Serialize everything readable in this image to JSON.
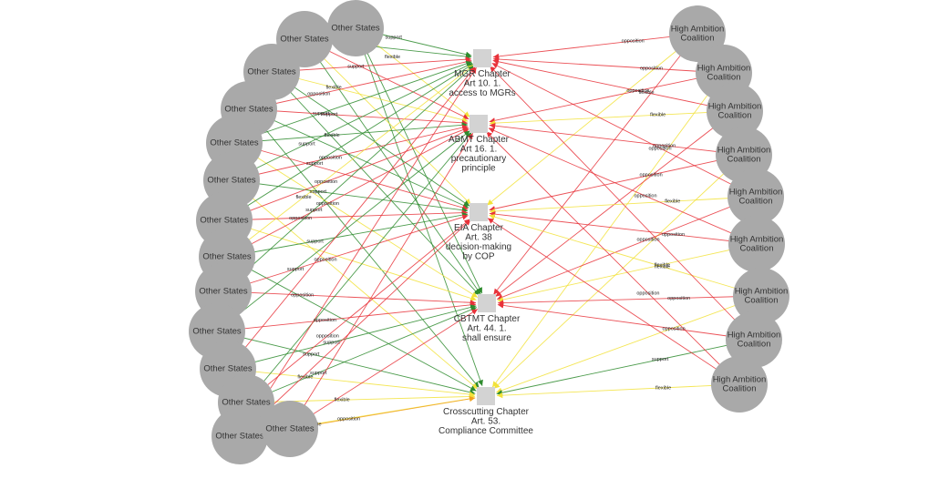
{
  "colors": {
    "support": "#2e8b2e",
    "opposition": "#e8323a",
    "flexible": "#f2e23a",
    "flexible_orange": "#f0a020",
    "node_circle": "#a9a9a9",
    "node_square": "#d3d3d3"
  },
  "edge_types": {
    "support": "support",
    "opposition": "opposition",
    "flexible": "flexible"
  },
  "topics": [
    {
      "id": "t0",
      "lines": [
        "MGR Chapter",
        "Art 10. 1.",
        "access to MGRs"
      ]
    },
    {
      "id": "t1",
      "lines": [
        "ABMT Chapter",
        "Art 16. 1.",
        "precautionary",
        "principle"
      ]
    },
    {
      "id": "t2",
      "lines": [
        "EIA Chapter",
        "Art. 38",
        "decision-making",
        "by COP"
      ]
    },
    {
      "id": "t3",
      "lines": [
        "CBTMT Chapter",
        "Art. 44. 1.",
        "shall ensure"
      ]
    },
    {
      "id": "t4",
      "lines": [
        "Crosscutting Chapter",
        "Art. 53.",
        "Compliance Committee"
      ]
    }
  ],
  "left_nodes": [
    {
      "id": "L0",
      "label": "Other States"
    },
    {
      "id": "L1",
      "label": "Other States"
    },
    {
      "id": "L2",
      "label": "Other States"
    },
    {
      "id": "L3",
      "label": "Other States"
    },
    {
      "id": "L4",
      "label": "Other States"
    },
    {
      "id": "L5",
      "label": "Other States"
    },
    {
      "id": "L6",
      "label": "Other States"
    },
    {
      "id": "L7",
      "label": "Other States"
    },
    {
      "id": "L8",
      "label": "Other States"
    },
    {
      "id": "L9",
      "label": "Other States"
    },
    {
      "id": "L10",
      "label": "Other States"
    },
    {
      "id": "L11",
      "label": "Other States"
    },
    {
      "id": "L12",
      "label": "Other States"
    },
    {
      "id": "L13",
      "label": "Other States"
    }
  ],
  "right_nodes": [
    {
      "id": "R0",
      "lines": [
        "High Ambition",
        "Coalition"
      ]
    },
    {
      "id": "R1",
      "lines": [
        "High Ambition",
        "Coalition"
      ]
    },
    {
      "id": "R2",
      "lines": [
        "High Ambition",
        "Coalition"
      ]
    },
    {
      "id": "R3",
      "lines": [
        "High Ambition",
        "Coalition"
      ]
    },
    {
      "id": "R4",
      "lines": [
        "High Ambition",
        "Coalition"
      ]
    },
    {
      "id": "R5",
      "lines": [
        "High Ambition",
        "Coalition"
      ]
    },
    {
      "id": "R6",
      "lines": [
        "High Ambition",
        "Coalition"
      ]
    },
    {
      "id": "R7",
      "lines": [
        "High Ambition",
        "Coalition"
      ]
    },
    {
      "id": "R8",
      "lines": [
        "High Ambition",
        "Coalition"
      ]
    }
  ],
  "edges": [
    {
      "from": "L0",
      "to": "t0",
      "type": "support",
      "label": "support"
    },
    {
      "from": "L0",
      "to": "t3",
      "type": "support"
    },
    {
      "from": "L0",
      "to": "t4",
      "type": "support"
    },
    {
      "from": "L0",
      "to": "t1",
      "type": "flexible",
      "label": "flexible"
    },
    {
      "from": "L1",
      "to": "t0",
      "type": "support",
      "label": "support"
    },
    {
      "from": "L1",
      "to": "t2",
      "type": "flexible"
    },
    {
      "from": "L1",
      "to": "t3",
      "type": "support"
    },
    {
      "from": "L1",
      "to": "t1",
      "type": "opposition"
    },
    {
      "from": "L2",
      "to": "t0",
      "type": "opposition",
      "label": "support"
    },
    {
      "from": "L2",
      "to": "t1",
      "type": "flexible",
      "label": "flexible"
    },
    {
      "from": "L2",
      "to": "t3",
      "type": "support"
    },
    {
      "from": "L2",
      "to": "t2",
      "type": "support"
    },
    {
      "from": "L3",
      "to": "t0",
      "type": "opposition",
      "label": "opposition"
    },
    {
      "from": "L3",
      "to": "t1",
      "type": "opposition",
      "label": "support"
    },
    {
      "from": "L3",
      "to": "t2",
      "type": "support"
    },
    {
      "from": "L3",
      "to": "t4",
      "type": "support"
    },
    {
      "from": "L4",
      "to": "t0",
      "type": "support",
      "label": "support"
    },
    {
      "from": "L4",
      "to": "t1",
      "type": "support",
      "label": "flexible"
    },
    {
      "from": "L4",
      "to": "t2",
      "type": "opposition"
    },
    {
      "from": "L4",
      "to": "t3",
      "type": "flexible"
    },
    {
      "from": "L5",
      "to": "t1",
      "type": "opposition",
      "label": "opposition"
    },
    {
      "from": "L5",
      "to": "t0",
      "type": "support",
      "label": "support"
    },
    {
      "from": "L5",
      "to": "t2",
      "type": "support",
      "label": "support"
    },
    {
      "from": "L5",
      "to": "t4",
      "type": "flexible"
    },
    {
      "from": "L6",
      "to": "t2",
      "type": "opposition",
      "label": "opposition"
    },
    {
      "from": "L6",
      "to": "t0",
      "type": "support",
      "label": "support"
    },
    {
      "from": "L6",
      "to": "t1",
      "type": "opposition",
      "label": "opposition"
    },
    {
      "from": "L6",
      "to": "t3",
      "type": "flexible"
    },
    {
      "from": "L7",
      "to": "t2",
      "type": "support",
      "label": "support"
    },
    {
      "from": "L7",
      "to": "t1",
      "type": "opposition",
      "label": "opposition"
    },
    {
      "from": "L7",
      "to": "t0",
      "type": "flexible",
      "label": "flexible"
    },
    {
      "from": "L7",
      "to": "t4",
      "type": "support"
    },
    {
      "from": "L8",
      "to": "t2",
      "type": "opposition",
      "label": "opposition"
    },
    {
      "from": "L8",
      "to": "t3",
      "type": "opposition",
      "label": "opposition"
    },
    {
      "from": "L8",
      "to": "t0",
      "type": "support",
      "label": "support"
    },
    {
      "from": "L9",
      "to": "t3",
      "type": "opposition",
      "label": "opposition"
    },
    {
      "from": "L9",
      "to": "t1",
      "type": "support",
      "label": "support"
    },
    {
      "from": "L9",
      "to": "t4",
      "type": "support",
      "label": "support"
    },
    {
      "from": "L10",
      "to": "t3",
      "type": "support",
      "label": "support"
    },
    {
      "from": "L10",
      "to": "t4",
      "type": "flexible",
      "label": "flexible"
    },
    {
      "from": "L10",
      "to": "t0",
      "type": "opposition"
    },
    {
      "from": "L11",
      "to": "t4",
      "type": "flexible",
      "label": "flexible"
    },
    {
      "from": "L11",
      "to": "t3",
      "type": "support",
      "label": "support"
    },
    {
      "from": "L11",
      "to": "t2",
      "type": "opposition",
      "label": "opposition"
    },
    {
      "from": "L11",
      "to": "t1",
      "type": "support"
    },
    {
      "from": "L12",
      "to": "t4",
      "type": "flexible",
      "label": "flexible"
    },
    {
      "from": "L12",
      "to": "t2",
      "type": "opposition"
    },
    {
      "from": "L12",
      "to": "t0",
      "type": "opposition"
    },
    {
      "from": "L13",
      "to": "t4",
      "type": "flexible_orange",
      "label": "opposition"
    },
    {
      "from": "L13",
      "to": "t3",
      "type": "opposition"
    },
    {
      "from": "L13",
      "to": "t1",
      "type": "opposition"
    },
    {
      "from": "R0",
      "to": "t0",
      "type": "opposition",
      "label": "opposition"
    },
    {
      "from": "R0",
      "to": "t2",
      "type": "flexible"
    },
    {
      "from": "R0",
      "to": "t3",
      "type": "opposition"
    },
    {
      "from": "R1",
      "to": "t0",
      "type": "opposition",
      "label": "opposition"
    },
    {
      "from": "R1",
      "to": "t1",
      "type": "opposition",
      "label": "opposition"
    },
    {
      "from": "R1",
      "to": "t4",
      "type": "flexible"
    },
    {
      "from": "R2",
      "to": "t1",
      "type": "flexible",
      "label": "flexible"
    },
    {
      "from": "R2",
      "to": "t0",
      "type": "opposition",
      "label": "flexible"
    },
    {
      "from": "R2",
      "to": "t3",
      "type": "opposition"
    },
    {
      "from": "R3",
      "to": "t1",
      "type": "opposition",
      "label": "opposition"
    },
    {
      "from": "R3",
      "to": "t2",
      "type": "opposition",
      "label": "opposition"
    },
    {
      "from": "R3",
      "to": "t4",
      "type": "flexible"
    },
    {
      "from": "R4",
      "to": "t2",
      "type": "flexible",
      "label": "flexible"
    },
    {
      "from": "R4",
      "to": "t0",
      "type": "opposition",
      "label": "opposition"
    },
    {
      "from": "R4",
      "to": "t3",
      "type": "opposition",
      "label": "opposition"
    },
    {
      "from": "R5",
      "to": "t2",
      "type": "opposition",
      "label": "opposition"
    },
    {
      "from": "R5",
      "to": "t3",
      "type": "flexible",
      "label": "flexible"
    },
    {
      "from": "R5",
      "to": "t1",
      "type": "opposition",
      "label": "opposition"
    },
    {
      "from": "R6",
      "to": "t3",
      "type": "opposition",
      "label": "opposition"
    },
    {
      "from": "R6",
      "to": "t2",
      "type": "flexible",
      "label": "flexible"
    },
    {
      "from": "R6",
      "to": "t4",
      "type": "flexible"
    },
    {
      "from": "R7",
      "to": "t3",
      "type": "opposition",
      "label": "opposition"
    },
    {
      "from": "R7",
      "to": "t4",
      "type": "support",
      "label": "support"
    },
    {
      "from": "R7",
      "to": "t0",
      "type": "opposition"
    },
    {
      "from": "R8",
      "to": "t4",
      "type": "flexible",
      "label": "flexible"
    },
    {
      "from": "R8",
      "to": "t1",
      "type": "opposition",
      "label": "opposition"
    },
    {
      "from": "R8",
      "to": "t2",
      "type": "opposition"
    }
  ]
}
